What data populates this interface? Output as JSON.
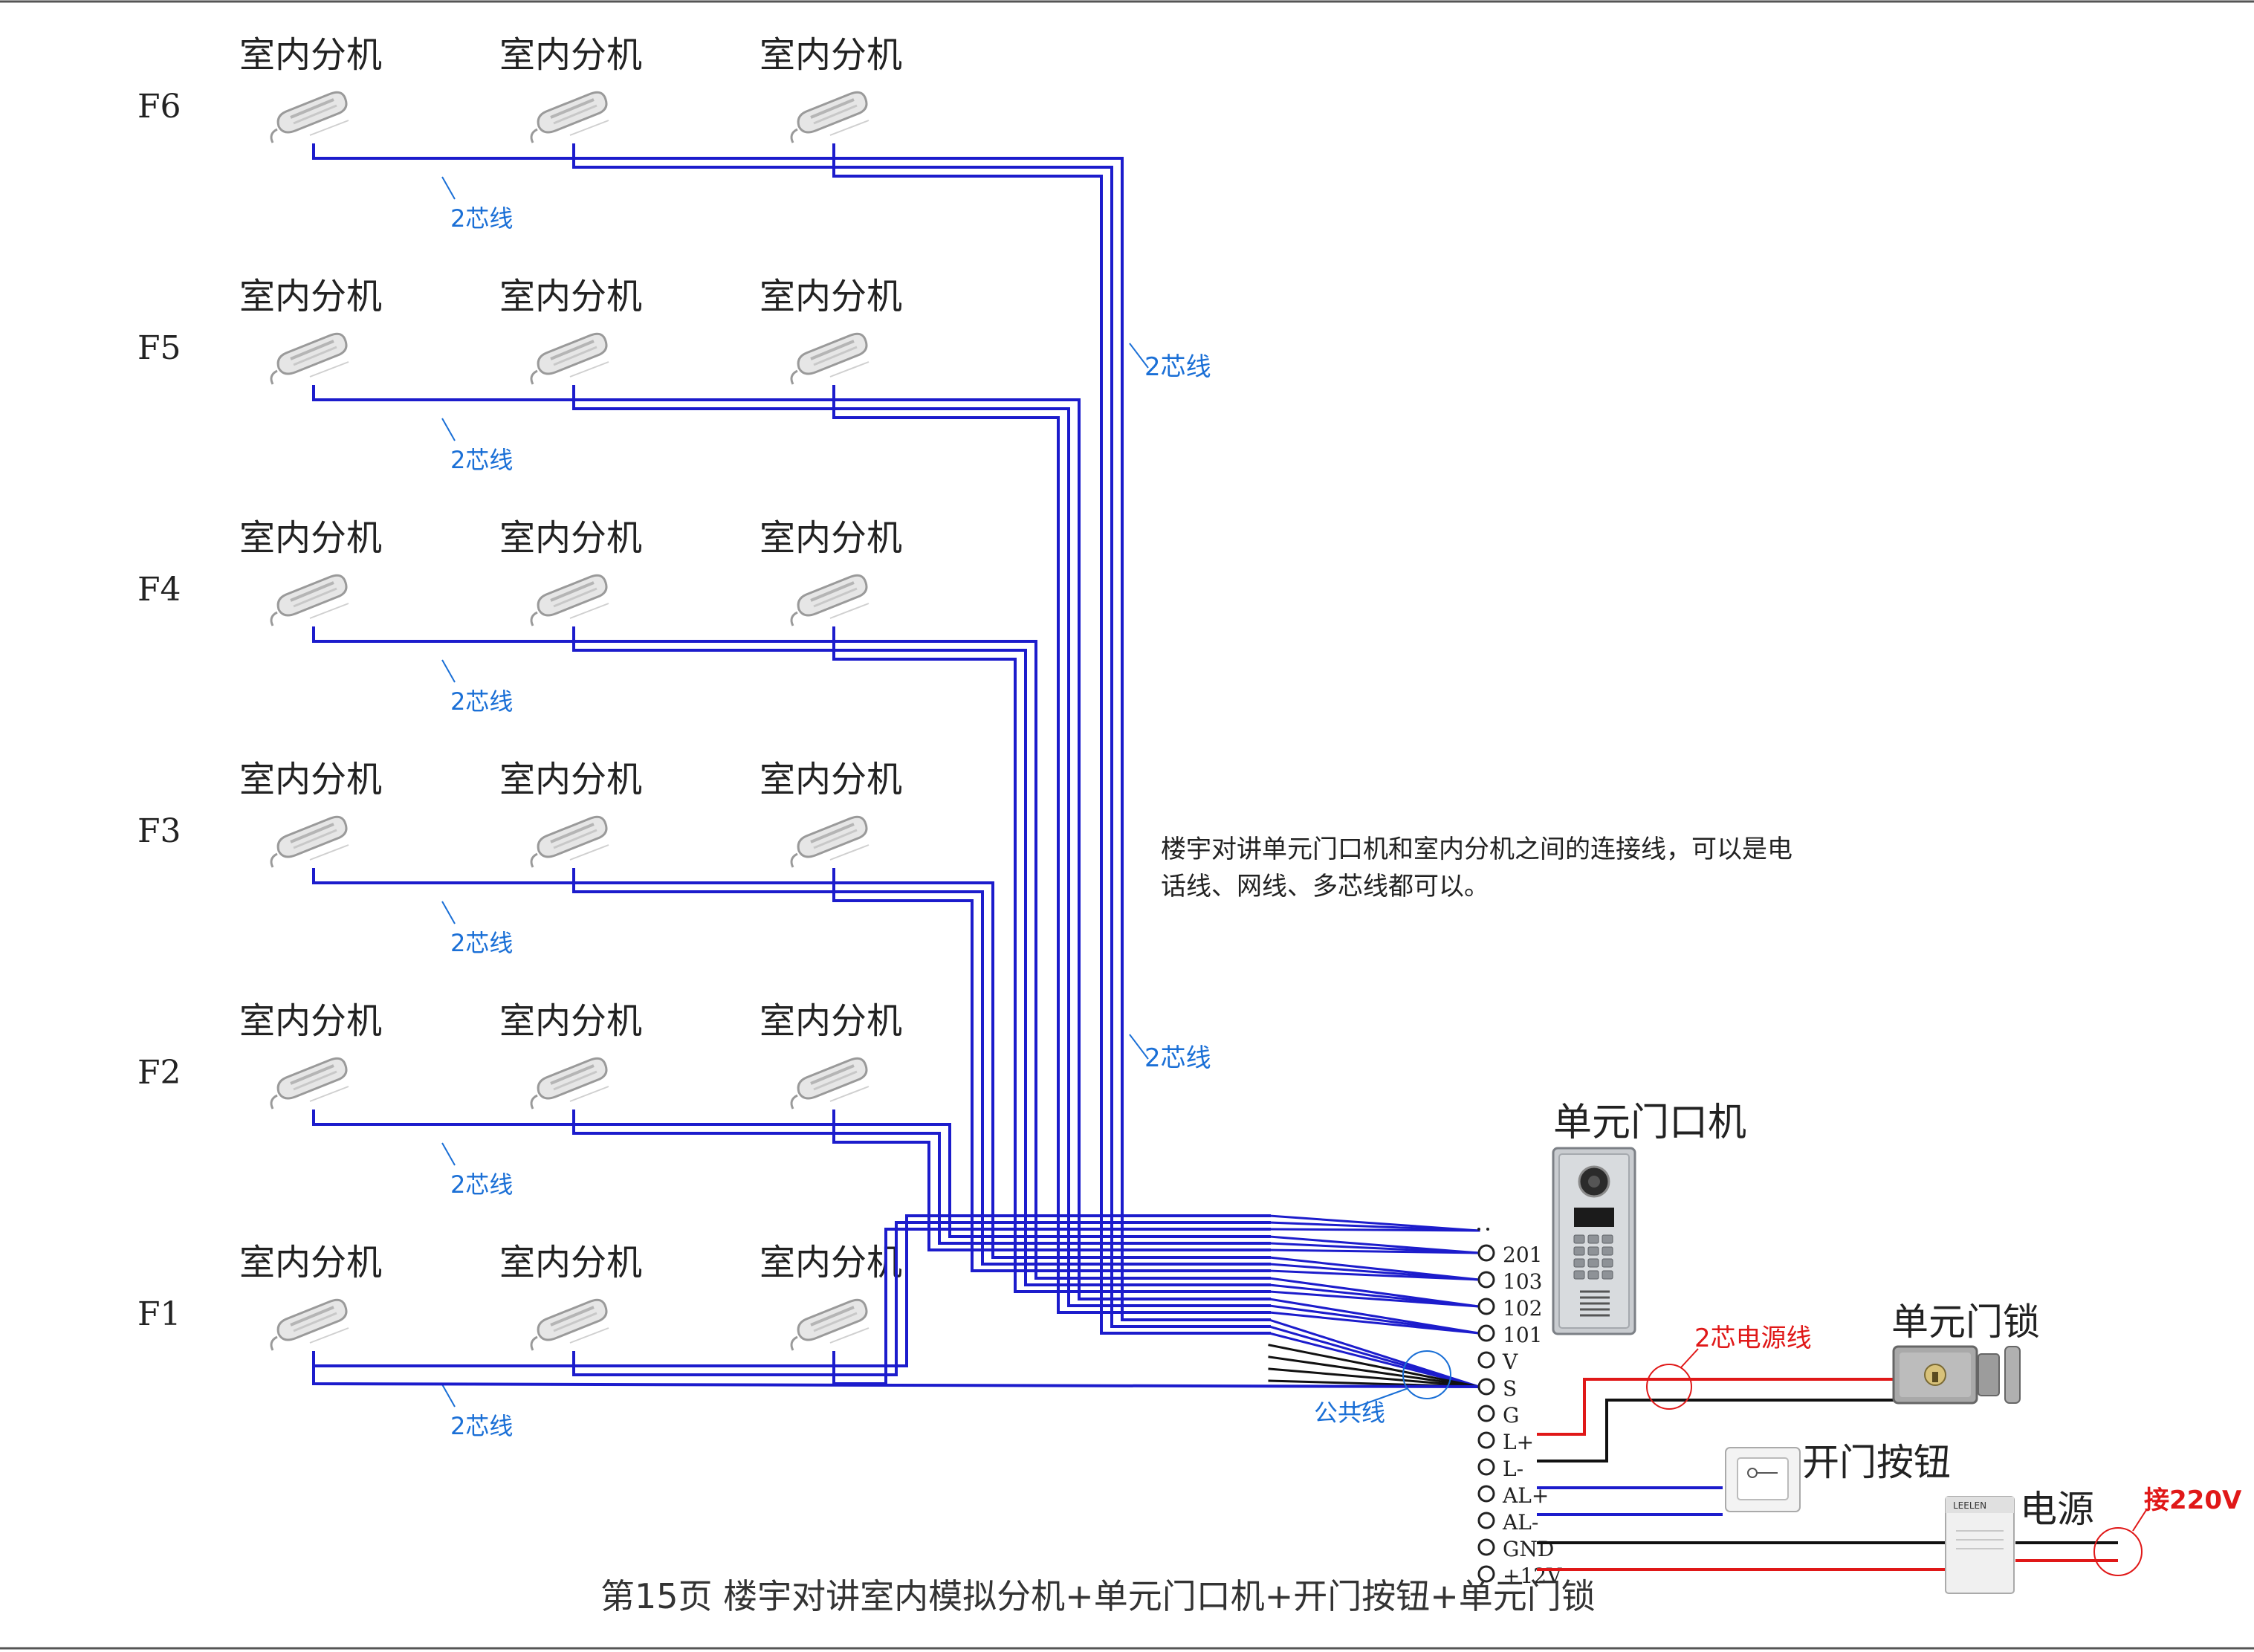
{
  "floors": [
    {
      "label": "F6",
      "units": [
        "室内分机",
        "室内分机",
        "室内分机"
      ],
      "cable_label": "2芯线"
    },
    {
      "label": "F5",
      "units": [
        "室内分机",
        "室内分机",
        "室内分机"
      ],
      "cable_label": "2芯线"
    },
    {
      "label": "F4",
      "units": [
        "室内分机",
        "室内分机",
        "室内分机"
      ],
      "cable_label": "2芯线"
    },
    {
      "label": "F3",
      "units": [
        "室内分机",
        "室内分机",
        "室内分机"
      ],
      "cable_label": "2芯线"
    },
    {
      "label": "F2",
      "units": [
        "室内分机",
        "室内分机",
        "室内分机"
      ],
      "cable_label": "2芯线"
    },
    {
      "label": "F1",
      "units": [
        "室内分机",
        "室内分机",
        "室内分机"
      ],
      "cable_label": "2芯线"
    }
  ],
  "trunk_labels": [
    "2芯线",
    "2芯线"
  ],
  "note": [
    "楼宇对讲单元门口机和室内分机之间的连接线，可以是电",
    "话线、网线、多芯线都可以。"
  ],
  "door_station": {
    "title": "单元门口机"
  },
  "terminals": [
    "201",
    "103",
    "102",
    "101",
    "V",
    "S",
    "G",
    "L+",
    "L-",
    "AL+",
    "AL-",
    "GND",
    "+12V"
  ],
  "common_wire_label": "公共线",
  "lock": {
    "title": "单元门锁",
    "power_cable_label": "2芯电源线"
  },
  "exit_button": {
    "title": "开门按钮"
  },
  "power": {
    "title": "电源",
    "mains_label": "接220V",
    "brand": "LEELEN"
  },
  "footer": "第15页  楼宇对讲室内模拟分机+单元门口机+开门按钮+单元门锁",
  "colors": {
    "bus": "#1c1ccc",
    "power": "#e01818",
    "ground": "#111111",
    "label_blue": "#1a6fd6",
    "label_red": "#e01818"
  }
}
